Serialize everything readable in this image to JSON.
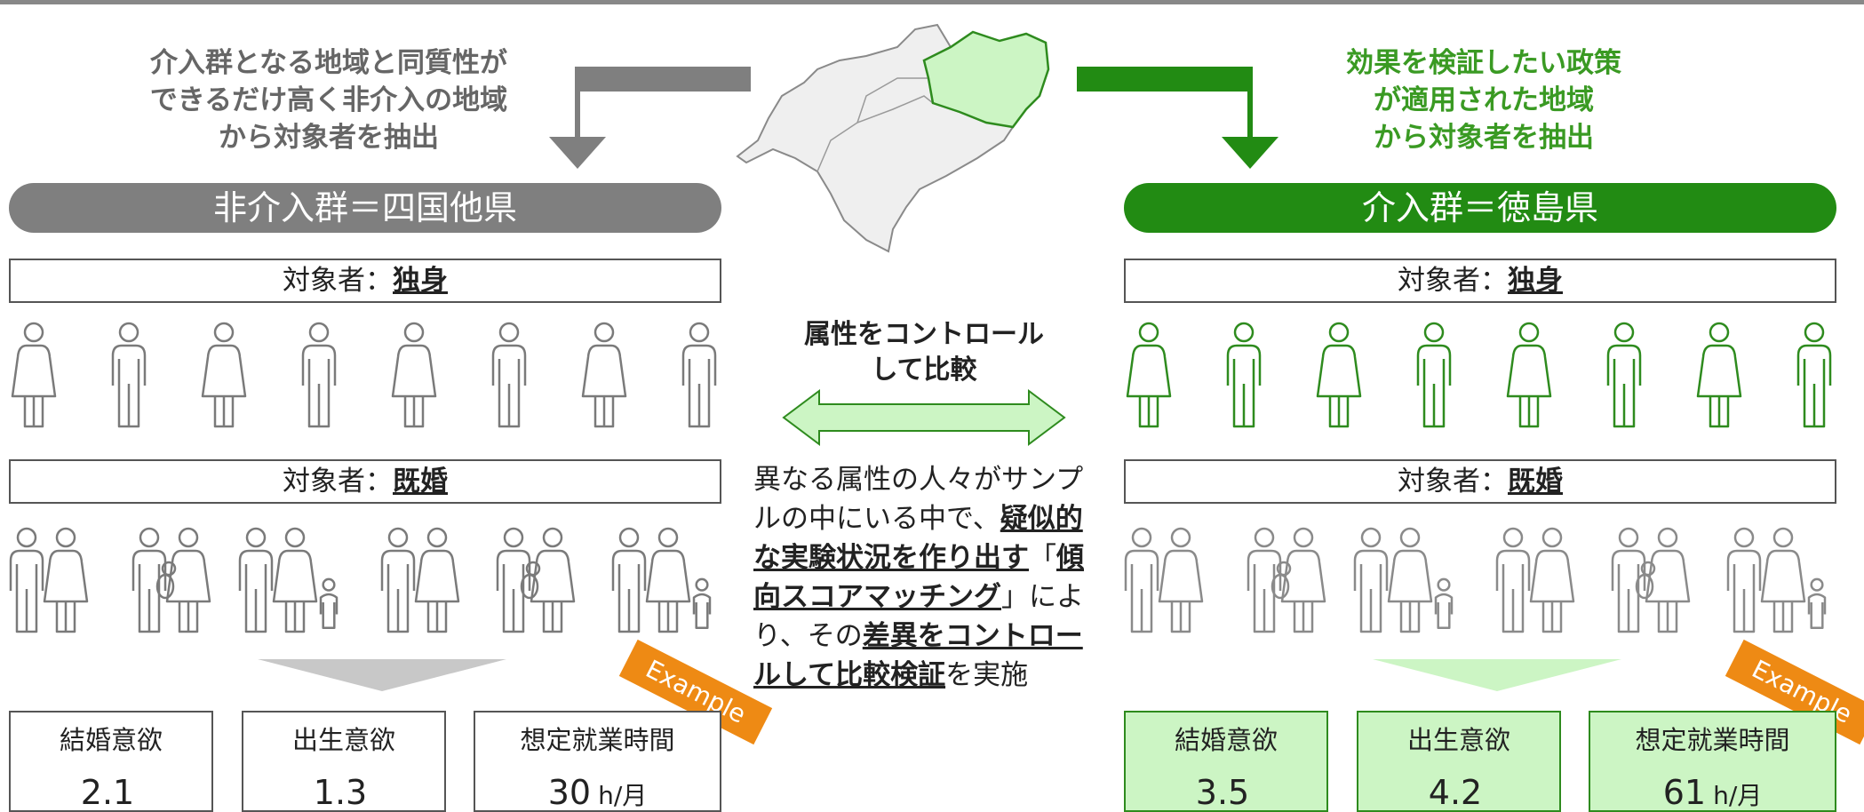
{
  "left": {
    "description": [
      "介入群となる地域と同質性が",
      "できるだけ高く非介入の地域",
      "から対象者を抽出"
    ],
    "group_label": "非介入群＝四国他県",
    "single_subject_prefix": "対象者：",
    "single_subject_value": "独身",
    "married_subject_prefix": "対象者：",
    "married_subject_value": "既婚",
    "example_label": "Example",
    "metrics": [
      {
        "label": "結婚意欲",
        "value": "2.1",
        "unit": ""
      },
      {
        "label": "出生意欲",
        "value": "1.3",
        "unit": ""
      },
      {
        "label": "想定就業時間",
        "value": "30",
        "unit": "h/月"
      }
    ]
  },
  "right": {
    "description": [
      "効果を検証したい政策",
      "が適用された地域",
      "から対象者を抽出"
    ],
    "group_label": "介入群＝徳島県",
    "single_subject_prefix": "対象者：",
    "single_subject_value": "独身",
    "married_subject_prefix": "対象者：",
    "married_subject_value": "既婚",
    "example_label": "Example",
    "metrics": [
      {
        "label": "結婚意欲",
        "value": "3.5",
        "unit": ""
      },
      {
        "label": "出生意欲",
        "value": "4.2",
        "unit": ""
      },
      {
        "label": "想定就業時間",
        "value": "61",
        "unit": "h/月"
      }
    ]
  },
  "center": {
    "title": [
      "属性をコントロール",
      "して比較"
    ],
    "body": {
      "p1": "異なる属性の人々がサンプルの中にいる中で、",
      "u1": "疑似的な実験状況を作り出す",
      "p2": "「",
      "u2": "傾向スコアマッチング",
      "p3": "」により、その",
      "u3": "差異をコントロールして比較検証",
      "p4": "を実施"
    }
  },
  "colors": {
    "gray": "#7f7f7f",
    "light_gray": "#c8c8c8",
    "green": "#228b13",
    "light_green": "#ccf5c4",
    "green_text": "#3a9a23",
    "orange": "#ee8a14"
  }
}
